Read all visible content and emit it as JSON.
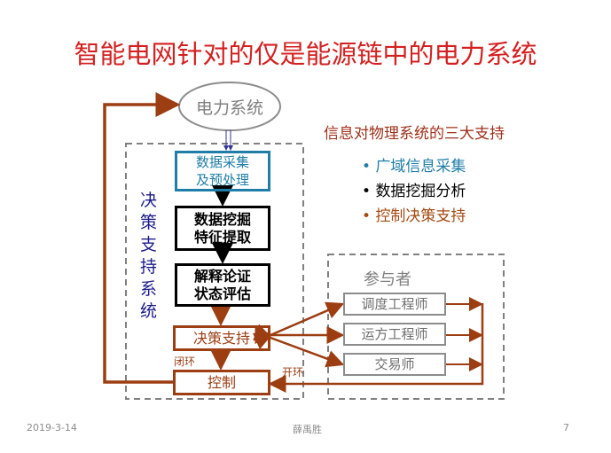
{
  "title": "智能电网针对的仅是能源链中的电力系统",
  "power_system": "电力系统",
  "dss_label": "决策支持系统",
  "flow": {
    "step1": [
      "数据采集",
      "及预处理"
    ],
    "step2": [
      "数据挖掘",
      "特征提取"
    ],
    "step3": [
      "解释论证",
      "状态评估"
    ],
    "decision": "决策支持",
    "control": "控制",
    "closed_loop": "闭环",
    "open_loop": "开环"
  },
  "support": {
    "heading": "信息对物理系统的三大支持",
    "items": [
      {
        "text": "广域信息采集",
        "color": "#1f7ea8"
      },
      {
        "text": "数据挖掘分析",
        "color": "#000000"
      },
      {
        "text": "控制决策支持",
        "color": "#a34a12"
      }
    ]
  },
  "participants": {
    "heading": "参与者",
    "items": [
      "调度工程师",
      "运方工程师",
      "交易师"
    ]
  },
  "footer": {
    "date": "2019-3-14",
    "author": "薛禹胜",
    "page": "7"
  },
  "colors": {
    "title": "#d42020",
    "brown": "#9c3d12",
    "navy": "#1a1a8c",
    "blue": "#1f7ea8",
    "gray": "#7f7f7f"
  }
}
